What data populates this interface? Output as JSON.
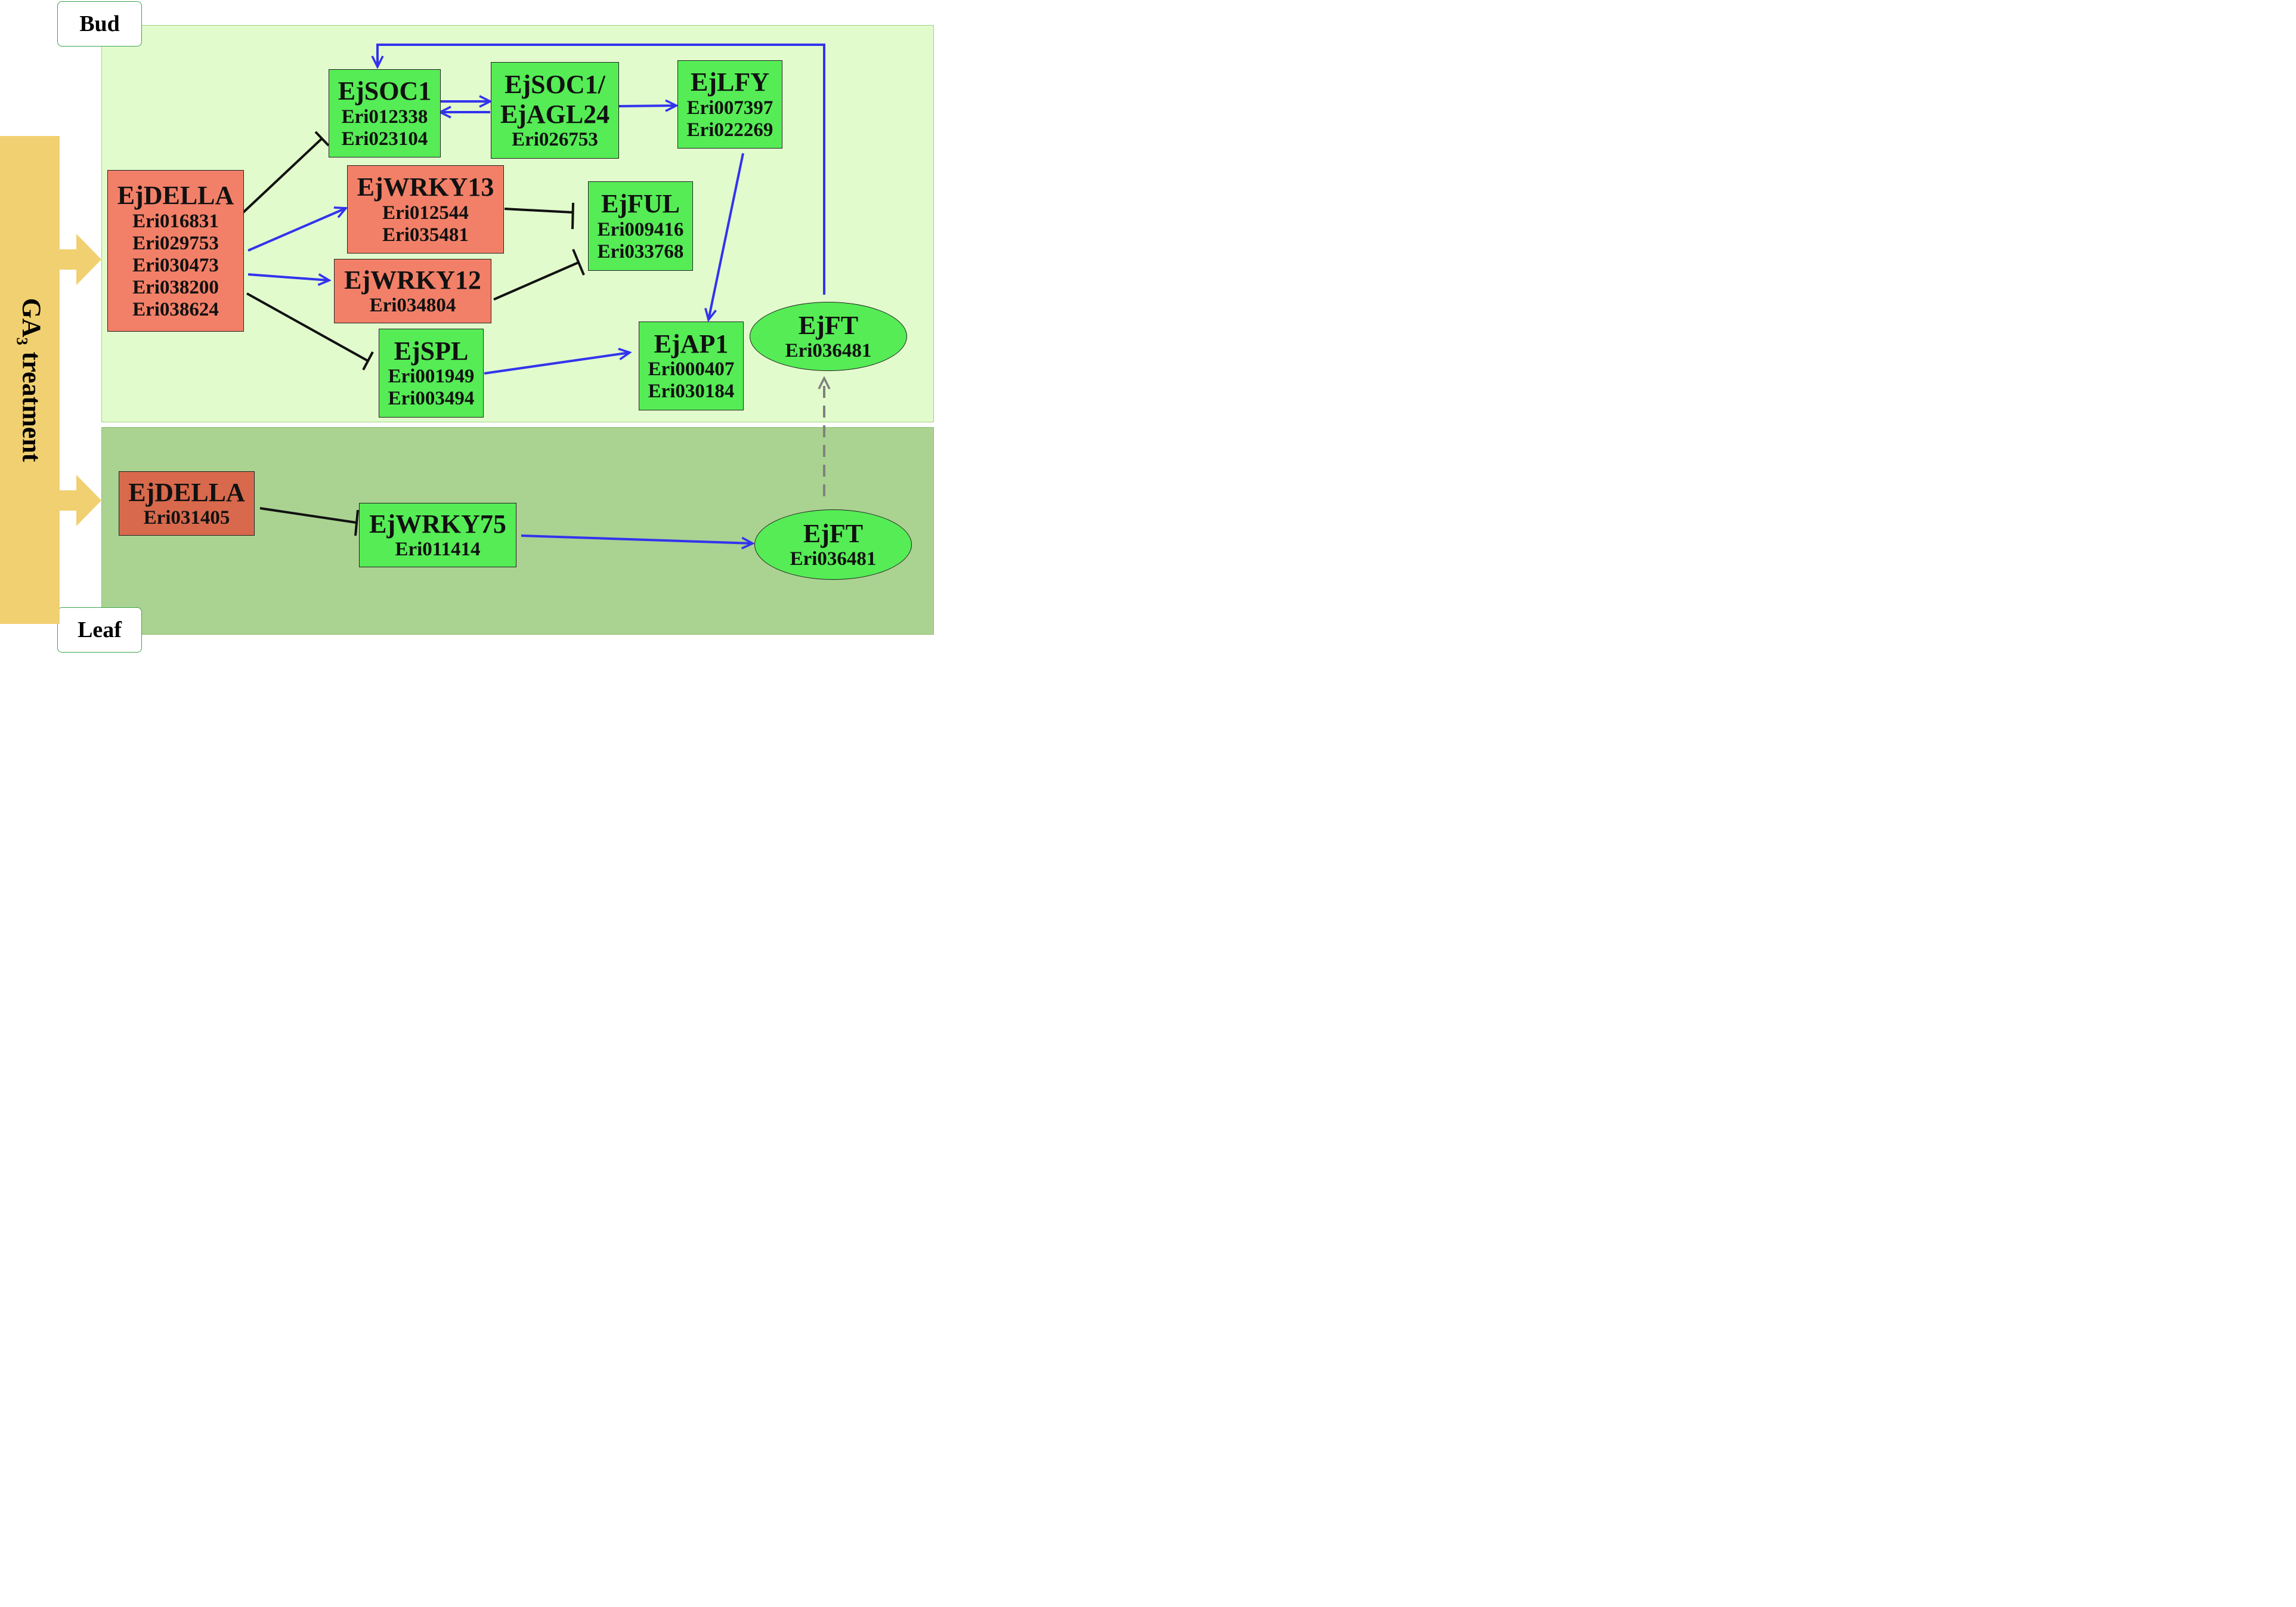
{
  "regions": {
    "bud": "Bud",
    "leaf": "Leaf"
  },
  "treatment": {
    "label_main": "GA",
    "label_sub": "3",
    "label_rest": " treatment"
  },
  "colors": {
    "activation": "#3333ee",
    "repression": "#111111",
    "mobile_signal": "#808080",
    "green_node": "#55ec55",
    "red_node": "#f28068",
    "bud_region": "#e2fbcc",
    "leaf_region": "#aad291",
    "treatment_bar": "#f0d070"
  },
  "nodes": {
    "bud_della": {
      "name": "EjDELLA",
      "ids": [
        "Eri016831",
        "Eri029753",
        "Eri030473",
        "Eri038200",
        "Eri038624"
      ]
    },
    "soc1": {
      "name": "EjSOC1",
      "ids": [
        "Eri012338",
        "Eri023104"
      ]
    },
    "soc1_agl24": {
      "name": "EjSOC1/",
      "name2": "EjAGL24",
      "ids": [
        "Eri026753"
      ]
    },
    "lfy": {
      "name": "EjLFY",
      "ids": [
        "Eri007397",
        "Eri022269"
      ]
    },
    "wrky13": {
      "name": "EjWRKY13",
      "ids": [
        "Eri012544",
        "Eri035481"
      ]
    },
    "ful": {
      "name": "EjFUL",
      "ids": [
        "Eri009416",
        "Eri033768"
      ]
    },
    "wrky12": {
      "name": "EjWRKY12",
      "ids": [
        "Eri034804"
      ]
    },
    "spl": {
      "name": "EjSPL",
      "ids": [
        "Eri001949",
        "Eri003494"
      ]
    },
    "ap1": {
      "name": "EjAP1",
      "ids": [
        "Eri000407",
        "Eri030184"
      ]
    },
    "bud_ft": {
      "name": "EjFT",
      "ids": [
        "Eri036481"
      ]
    },
    "leaf_della": {
      "name": "EjDELLA",
      "ids": [
        "Eri031405"
      ]
    },
    "wrky75": {
      "name": "EjWRKY75",
      "ids": [
        "Eri011414"
      ]
    },
    "leaf_ft": {
      "name": "EjFT",
      "ids": [
        "Eri036481"
      ]
    }
  },
  "edges": [
    {
      "from": "bud_della",
      "to": "soc1",
      "type": "repression"
    },
    {
      "from": "bud_della",
      "to": "wrky13",
      "type": "activation"
    },
    {
      "from": "bud_della",
      "to": "wrky12",
      "type": "activation"
    },
    {
      "from": "bud_della",
      "to": "spl",
      "type": "repression"
    },
    {
      "from": "soc1",
      "to": "soc1_agl24",
      "type": "activation"
    },
    {
      "from": "soc1_agl24",
      "to": "soc1",
      "type": "activation"
    },
    {
      "from": "soc1_agl24",
      "to": "lfy",
      "type": "activation"
    },
    {
      "from": "wrky13",
      "to": "ful",
      "type": "repression"
    },
    {
      "from": "wrky12",
      "to": "ful",
      "type": "repression"
    },
    {
      "from": "lfy",
      "to": "ap1",
      "type": "activation"
    },
    {
      "from": "spl",
      "to": "ap1",
      "type": "activation"
    },
    {
      "from": "bud_ft",
      "to": "soc1",
      "type": "activation"
    },
    {
      "from": "leaf_della",
      "to": "wrky75",
      "type": "repression"
    },
    {
      "from": "wrky75",
      "to": "leaf_ft",
      "type": "activation"
    },
    {
      "from": "leaf_ft",
      "to": "bud_ft",
      "type": "mobile_signal"
    }
  ]
}
